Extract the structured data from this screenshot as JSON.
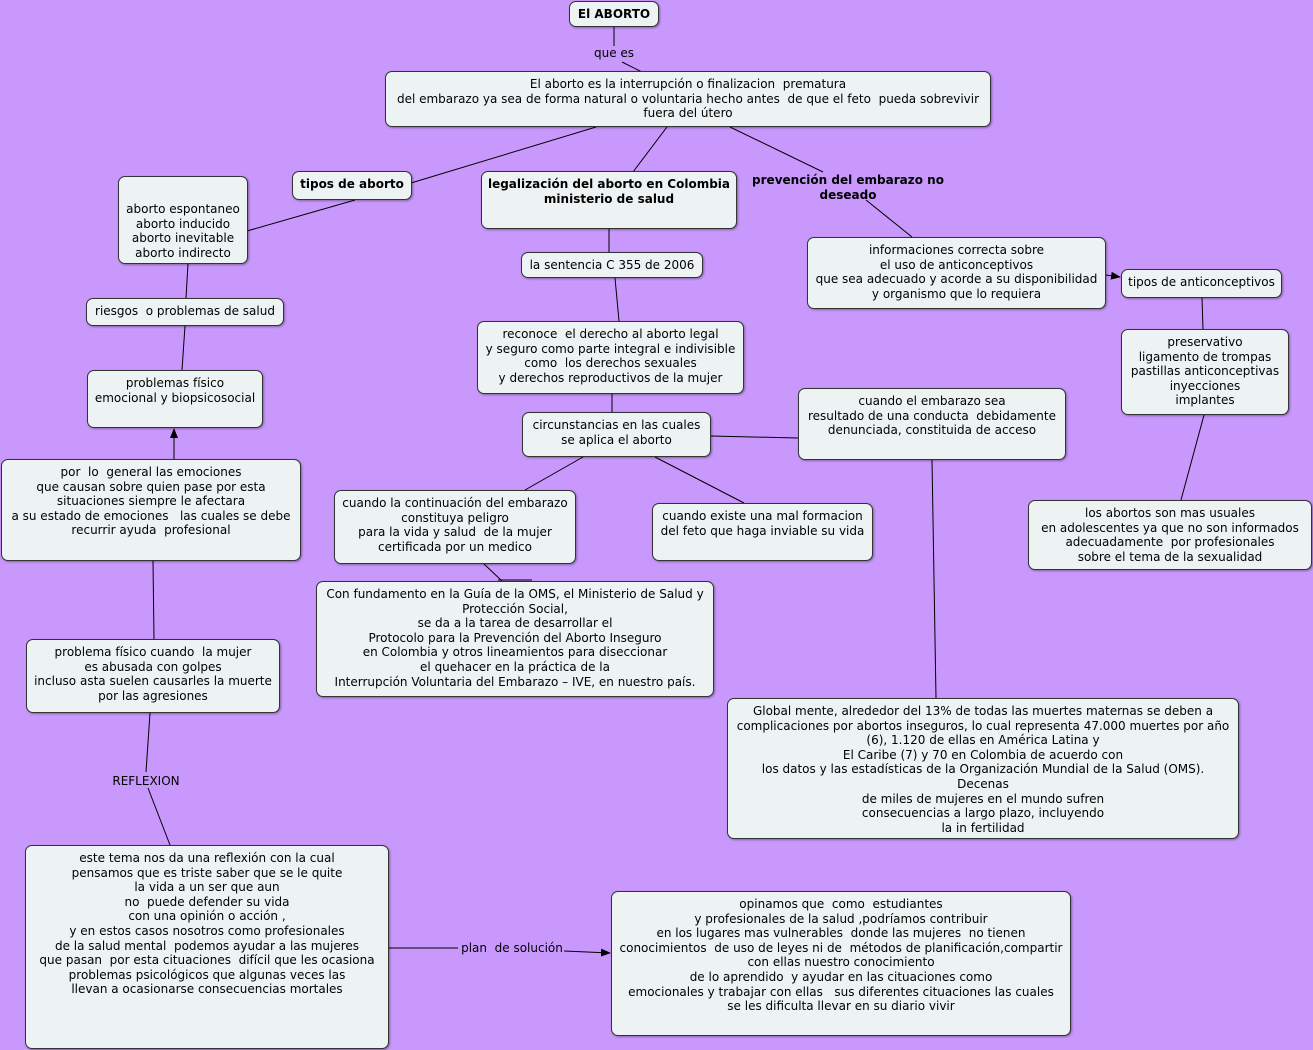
{
  "nodes": {
    "title": "El ABORTO",
    "definition": "El aborto es la interrupción o finalizacion  prematura\ndel embarazo ya sea de forma natural o voluntaria hecho antes  de que el feto  pueda sobrevivir\nfuera del útero",
    "tipos": "tipos de aborto",
    "tipos_list": "aborto espontaneo\naborto inducido\naborto inevitable\naborto indirecto",
    "riesgos": "riesgos  o problemas de salud",
    "problemas": "problemas físico\nemocional y biopsicosocial",
    "emociones": "por  lo  general las emociones\nque causan sobre quien pase por esta\nsituaciones siempre le afectara\na su estado de emociones   las cuales se debe\nrecurrir ayuda  profesional",
    "fisico": "problema físico cuando  la mujer\nes abusada con golpes\nincluso asta suelen causarles la muerte\npor las agresiones",
    "reflexion_box": "este tema nos da una reflexión con la cual\npensamos que es triste saber que se le quite\nla vida a un ser que aun\nno  puede defender su vida\ncon una opinión o acción ,\ny en estos casos nosotros como profesionales\nde la salud mental  podemos ayudar a las mujeres\nque pasan  por esta cituaciones  difícil que les ocasiona\nproblemas psicológicos que algunas veces las\nllevan a ocasionarse consecuencias mortales",
    "legalizacion": "legalización del aborto en Colombia\nministerio de salud",
    "sentencia": "la sentencia C 355 de 2006",
    "reconoce": "reconoce  el derecho al aborto legal\ny seguro como parte integral e indivisible\ncomo  los derechos sexuales\ny derechos reproductivos de la mujer",
    "circunstancias": "circunstancias en las cuales\nse aplica el aborto",
    "peligro": "cuando la continuación del embarazo\nconstituya peligro\npara la vida y salud  de la mujer\ncertificada por un medico",
    "malformacion": "cuando existe una mal formacion\ndel feto que haga inviable su vida",
    "violacion": "cuando el embarazo sea\nresultado de una conducta  debidamente\ndenunciada, constituida de acceso",
    "oms": "Con fundamento en la Guía de la OMS, el Ministerio de Salud y\nProtección Social,\nse da a la tarea de desarrollar el\nProtocolo para la Prevención del Aborto Inseguro\nen Colombia y otros lineamientos para diseccionar\nel quehacer en la práctica de la\nInterrupción Voluntaria del Embarazo – IVE, en nuestro país.",
    "global": "Global mente, alrededor del 13% de todas las muertes maternas se deben a\ncomplicaciones por abortos inseguros, lo cual representa 47.000 muertes por año\n(6), 1.120 de ellas en América Latina y\nEl Caribe (7) y 70 en Colombia de acuerdo con\nlos datos y las estadísticas de la Organización Mundial de la Salud (OMS).\nDecenas\nde miles de mujeres en el mundo sufren\nconsecuencias a largo plazo, incluyendo\nla in fertilidad",
    "informaciones": "informaciones correcta sobre\nel uso de anticonceptivos\nque sea adecuado y acorde a su disponibilidad\ny organismo que lo requiera",
    "tipos_anti": "tipos de anticonceptivos",
    "anti_list": "preservativo\nligamento de trompas\npastillas anticonceptivas\ninyecciones\nimplantes",
    "adolescentes": "los abortos son mas usuales\nen adolescentes ya que no son informados\nadecuadamente  por profesionales\nsobre el tema de la sexualidad",
    "opinamos": "opinamos que  como  estudiantes\ny profesionales de la salud ,podríamos contribuir\nen los lugares mas vulnerables  donde las mujeres  no tienen\nconocimientos  de uso de leyes ni de  métodos de planificación,compartir\ncon ellas nuestro conocimiento\nde lo aprendido  y ayudar en las cituaciones como\nemocionales y trabajar con ellas   sus diferentes cituaciones las cuales\nse les dificulta llevar en su diario vivir"
  },
  "labels": {
    "que_es": "que es",
    "prevencion": "prevención del embarazo no\ndeseado",
    "reflexion": "REFLEXION",
    "plan": "plan  de solución"
  },
  "colors": {
    "background": "#c898fc",
    "node_fill": "#edf3f3",
    "node_border": "#333333",
    "line": "#000000"
  }
}
